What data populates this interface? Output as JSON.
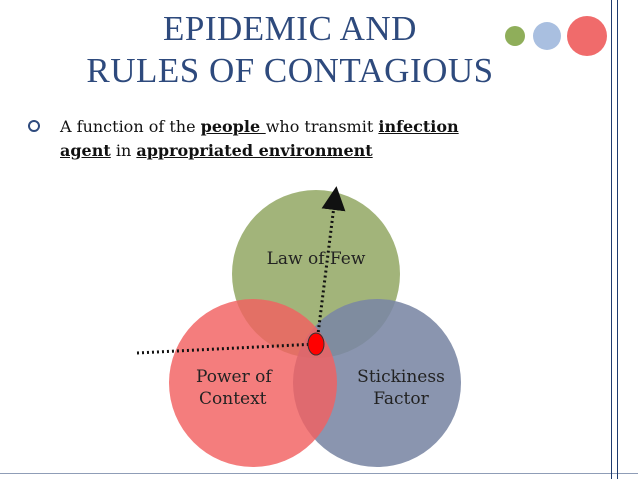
{
  "title": {
    "line1": "EPIDEMIC AND",
    "line2": "RULES OF CONTAGIOUS"
  },
  "bullet": {
    "icon": "ring-bullet-icon",
    "part1": "A function of the ",
    "people": "people ",
    "part2": "who transmit ",
    "infection": "infection",
    "agent": "agent",
    "part3": " in ",
    "environment": "appropriated environment"
  },
  "venn": {
    "top_label": "Law of Few",
    "left_label_1": "Power of",
    "left_label_2": "Context",
    "right_label_1": "Stickiness",
    "right_label_2": "Factor"
  },
  "colors": {
    "title": "#2e4a7d",
    "frame": "#1f3b6f",
    "green_circle": "#9aae6f",
    "blue_circle": "#7a86a4",
    "red_circle": "#f26060",
    "dot1": "#8fae5a",
    "dot2": "#a9bfe0",
    "dot3": "#f06b6b",
    "marker": "#ff0000"
  }
}
